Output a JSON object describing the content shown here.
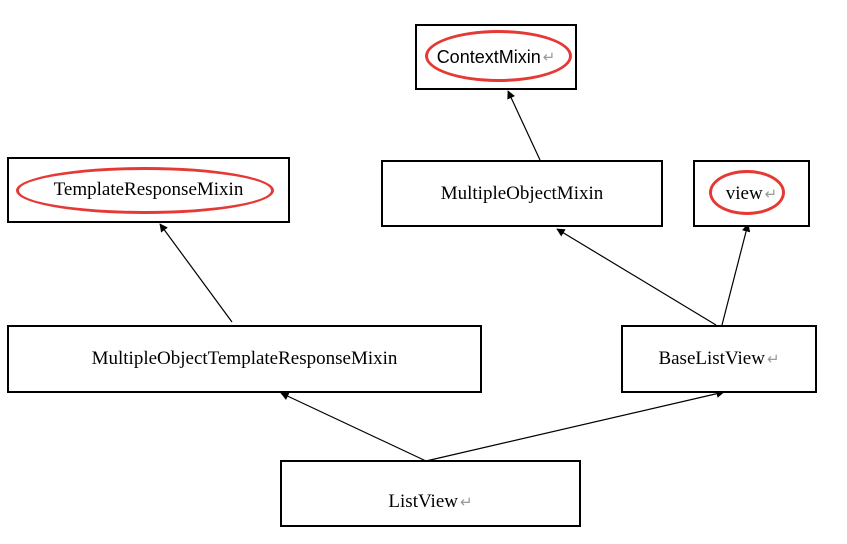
{
  "diagram": {
    "nodes": {
      "context_mixin": {
        "label": "ContextMixin",
        "highlighted": true
      },
      "template_response_mixin": {
        "label": "TemplateResponseMixin",
        "highlighted": true
      },
      "multiple_object_mixin": {
        "label": "MultipleObjectMixin",
        "highlighted": false
      },
      "view": {
        "label": "view",
        "highlighted": true
      },
      "multiple_object_template_response_mixin": {
        "label": "MultipleObjectTemplateResponseMixin",
        "highlighted": false
      },
      "base_list_view": {
        "label": "BaseListView",
        "highlighted": false
      },
      "list_view": {
        "label": "ListView",
        "highlighted": false
      }
    },
    "edges": [
      {
        "from": "multiple_object_mixin",
        "to": "context_mixin"
      },
      {
        "from": "multiple_object_template_response_mixin",
        "to": "template_response_mixin"
      },
      {
        "from": "base_list_view",
        "to": "multiple_object_mixin"
      },
      {
        "from": "base_list_view",
        "to": "view"
      },
      {
        "from": "list_view",
        "to": "multiple_object_template_response_mixin"
      },
      {
        "from": "list_view",
        "to": "base_list_view"
      }
    ],
    "colors": {
      "line": "#000000",
      "highlight": "#e53935",
      "paragraph_mark": "#9a9a9a"
    }
  }
}
